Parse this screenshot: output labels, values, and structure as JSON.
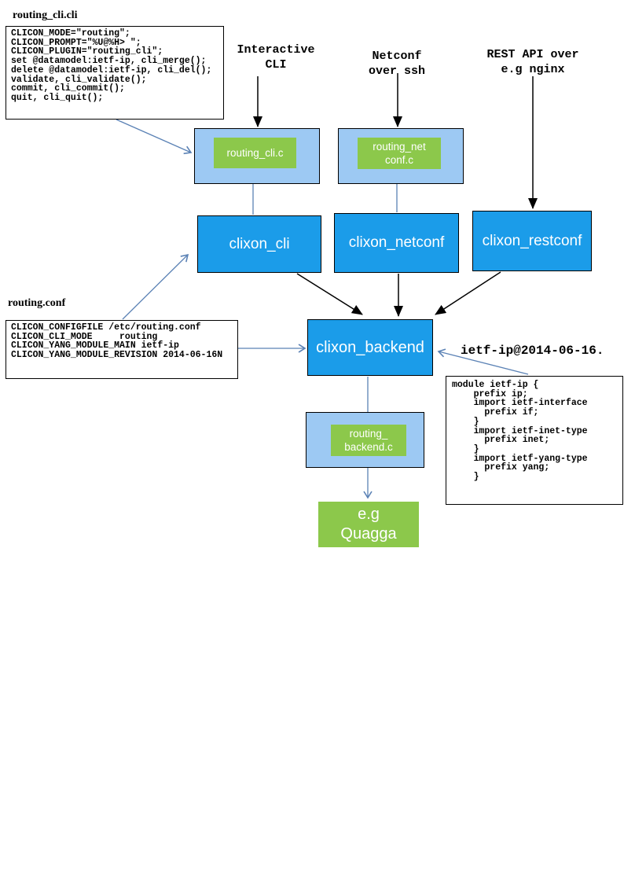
{
  "diagram": {
    "files": {
      "routing_cli": {
        "title": "routing_cli.cli",
        "code": "CLICON_MODE=\"routing\";\nCLICON_PROMPT=\"%U@%H> \";\nCLICON_PLUGIN=\"routing_cli\";\nset @datamodel:ietf-ip, cli_merge();\ndelete @datamodel:ietf-ip, cli_del();\nvalidate, cli_validate();\ncommit, cli_commit();\nquit, cli_quit();"
      },
      "routing_conf": {
        "title": "routing.conf",
        "code": "CLICON_CONFIGFILE /etc/routing.conf\nCLICON_CLI_MODE     routing\nCLICON_YANG_MODULE_MAIN ietf-ip\nCLICON_YANG_MODULE_REVISION 2014-06-16N"
      },
      "ietf_ip_yang": {
        "title": "ietf-ip@2014-06-16.",
        "code": "module ietf-ip {\n    prefix ip;\n    import ietf-interface\n      prefix if;\n    }\n    import ietf-inet-type\n      prefix inet;\n    }\n    import ietf-yang-type\n      prefix yang;\n    }"
      }
    },
    "flow_labels": {
      "interactive_cli": "Interactive\nCLI",
      "netconf_ssh": "Netconf\nover ssh",
      "rest_api": "REST API over\ne.g nginx"
    },
    "plugins": {
      "cli": "routing_cli.c",
      "netconf": "routing_net\nconf.c",
      "backend": "routing_\nbackend.c"
    },
    "processes": {
      "cli": "clixon_cli",
      "netconf": "clixon_netconf",
      "restconf": "clixon_restconf",
      "backend": "clixon_backend"
    },
    "external": {
      "quagga": "e.g\nQuagga"
    },
    "colors": {
      "process_blue": "#1b9ce9",
      "plugin_container_blue": "#9dc9f3",
      "plugin_green": "#8cc84b",
      "arrow_blue": "#5b82b5",
      "arrow_black": "#000000"
    }
  }
}
